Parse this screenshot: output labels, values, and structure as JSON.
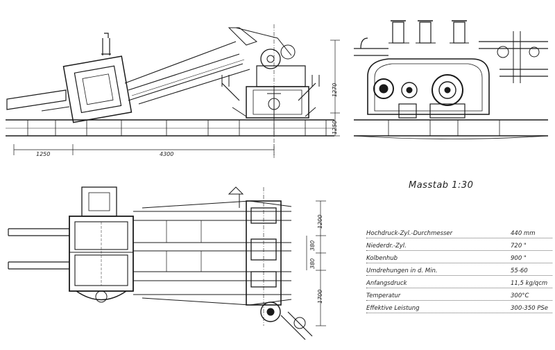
{
  "dimensions": {
    "d1250": "1250",
    "d4300": "4300",
    "d1270": "1270",
    "d1250b": "1250",
    "d1200": "1200",
    "d380a": "380",
    "d380b": "380",
    "d1700": "1700"
  },
  "scale_label": "Masstab 1:30",
  "specs": [
    {
      "label": "Hochdruck-Zyl.-Durchmesser",
      "value": "440 mm"
    },
    {
      "label": "Niederdr.-Zyl.",
      "value": "720 \""
    },
    {
      "label": "Kolbenhub",
      "value": "900 \""
    },
    {
      "label": "Umdrehungen in d. Min.",
      "value": "55-60"
    },
    {
      "label": "Anfangsdruck",
      "value": "11,5 kg/qcm"
    },
    {
      "label": "Temperatur",
      "value": "300°C"
    },
    {
      "label": "Effektive Leistung",
      "value": "300-350 PSe"
    }
  ]
}
